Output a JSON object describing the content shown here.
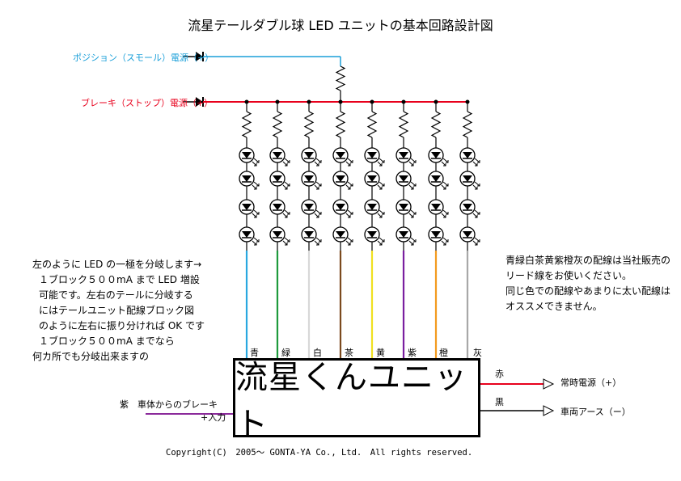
{
  "title": "流星テールダブル球 LED ユニットの基本回路設計図",
  "sources": {
    "position": "ポジション（スモール）電源（+）",
    "brake": "ブレーキ（ストップ）電源（+）"
  },
  "left_note": [
    "左のように LED の一極を分岐します→",
    "１ブロック５００mA まで LED 増設",
    "可能です。左右のテールに分岐する",
    "にはテールユニット配線ブロック図",
    "のように左右に振り分ければ OK です",
    "１ブロック５００mA までなら",
    "何カ所でも分岐出来ますの"
  ],
  "right_note": [
    "青緑白茶黄紫橙灰の配線は当社販売の",
    "リード線をお使いください。",
    "同じ色での配線やあまりに太い配線は",
    "オススメできません。"
  ],
  "wires": [
    {
      "label": "青",
      "color": "#29a8e0"
    },
    {
      "label": "緑",
      "color": "#1e9a3c"
    },
    {
      "label": "白",
      "color": "#d8d8d8"
    },
    {
      "label": "茶",
      "color": "#7b4a1e"
    },
    {
      "label": "黄",
      "color": "#f0e020"
    },
    {
      "label": "紫",
      "color": "#7a1fa0"
    },
    {
      "label": "橙",
      "color": "#f39a1e"
    },
    {
      "label": "灰",
      "color": "#a8a8a8"
    }
  ],
  "unit_name": "流星くんユニット",
  "input": {
    "line1": "紫　車体からのブレーキ",
    "line2": "+入力",
    "color": "#8b2a9b"
  },
  "outputs": {
    "red_wire": "赤",
    "red_target": "常時電源（+）",
    "black_wire": "黒",
    "black_target": "車両アース（ー）",
    "red_color": "#e8001c"
  },
  "colors": {
    "position_line": "#1a9fd9",
    "brake_line": "#e8001c"
  },
  "copyright": "Copyright(C)　2005〜 GONTA-YA Co., Ltd.　All rights reserved."
}
